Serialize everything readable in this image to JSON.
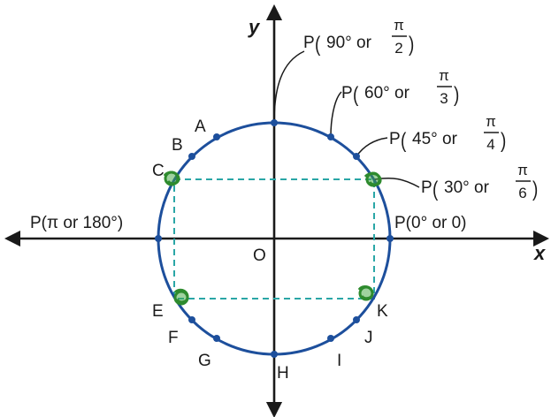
{
  "axes": {
    "x_label": "x",
    "y_label": "y",
    "origin_label": "O"
  },
  "points": {
    "p90": {
      "prefix": "P",
      "text": "90° or ",
      "num": "π",
      "den": "2"
    },
    "p60": {
      "prefix": "P",
      "text": "60° or ",
      "num": "π",
      "den": "3"
    },
    "p45": {
      "prefix": "P",
      "text": "45° or ",
      "num": "π",
      "den": "4"
    },
    "p30": {
      "prefix": "P",
      "text": "30° or ",
      "num": "π",
      "den": "6"
    },
    "p0": {
      "text": "P(0° or 0)"
    },
    "p180": {
      "text": "P(π or 180°)"
    }
  },
  "letters": {
    "A": "A",
    "B": "B",
    "C": "C",
    "E": "E",
    "F": "F",
    "G": "G",
    "H": "H",
    "I": "I",
    "J": "J",
    "K": "K"
  },
  "colors": {
    "circle": "#1d4f9c",
    "axis": "#1a1a1a",
    "dashed": "#2aa6a6",
    "marker": "#2e8b2e"
  }
}
